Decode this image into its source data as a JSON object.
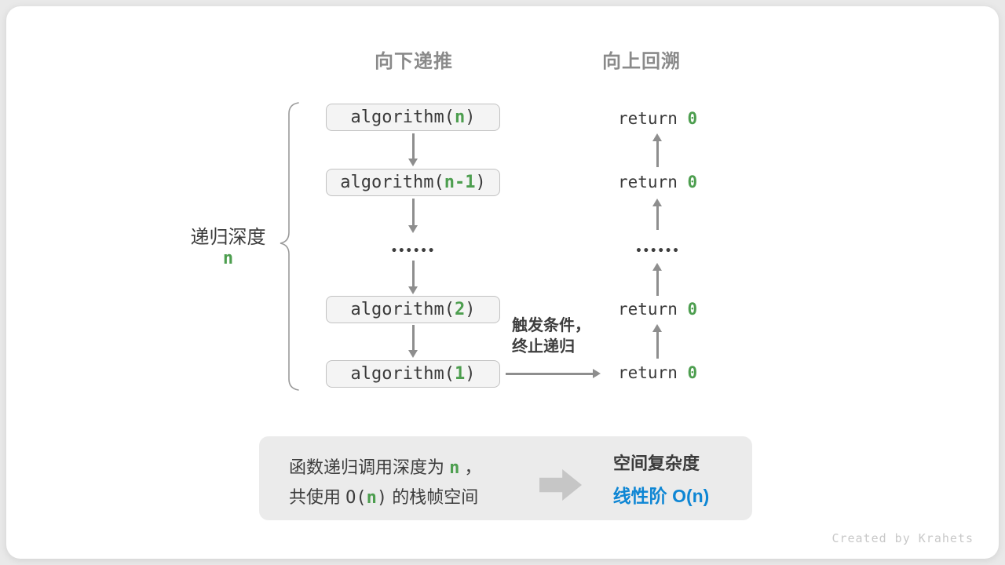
{
  "headers": {
    "down": "向下递推",
    "up": "向上回溯"
  },
  "depth_label": {
    "text": "递归深度",
    "value": "n"
  },
  "call_stack": {
    "boxes": [
      {
        "pre": "algorithm(",
        "arg": "n",
        "post": ")"
      },
      {
        "pre": "algorithm(",
        "arg": "n-1",
        "post": ")"
      },
      {
        "pre": "algorithm(",
        "arg": "2",
        "post": ")"
      },
      {
        "pre": "algorithm(",
        "arg": "1",
        "post": ")"
      }
    ],
    "ellipsis": "••••••"
  },
  "returns": {
    "items": [
      {
        "pre": "return ",
        "value": "0"
      },
      {
        "pre": "return ",
        "value": "0"
      },
      {
        "pre": "return ",
        "value": "0"
      },
      {
        "pre": "return ",
        "value": "0"
      }
    ],
    "ellipsis": "••••••"
  },
  "trigger_note": {
    "line1": "触发条件，",
    "line2": "终止递归"
  },
  "summary": {
    "left": {
      "line1_pre": "函数递归调用深度为 ",
      "line1_arg": "n",
      "line1_post": " ，",
      "line2_cn_pre": "共使用 ",
      "line2_code_pre": "O(",
      "line2_arg": "n",
      "line2_code_post": ")",
      "line2_cn_post": " 的栈帧空间"
    },
    "right": {
      "title": "空间复杂度",
      "value_pre": "线性阶 ",
      "value_code": "O(n)"
    }
  },
  "footer": {
    "credit": "Created by Krahets"
  },
  "colors": {
    "accent_green": "#4d9e4f",
    "accent_blue": "#0e86d4",
    "text_dark": "#3c3c3c",
    "header_gray": "#8a8a8a",
    "arrow_gray": "#8e8e8e",
    "box_bg": "#f4f4f4",
    "box_border": "#c2c2c2",
    "summary_bg": "#ebebeb",
    "page_bg": "#e9e9e9",
    "card_bg": "#ffffff",
    "credit_gray": "#c8c8c8",
    "big_arrow_gray": "#c6c6c6"
  }
}
